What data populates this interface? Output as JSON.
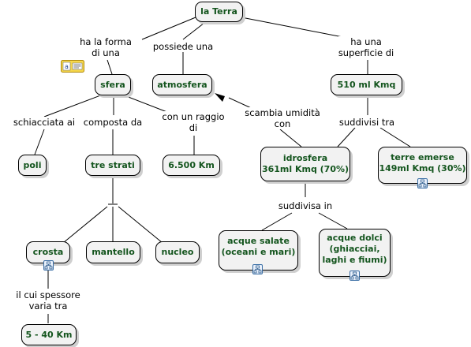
{
  "concepts": {
    "terra": "la Terra",
    "sfera": "sfera",
    "atmosfera": "atmosfera",
    "superficie": "510 ml Kmq",
    "poli": "poli",
    "tre_strati": "tre strati",
    "raggio": "6.500 Km",
    "idrosfera": "idrosfera\n361ml Kmq (70%)",
    "terre_emerse": "terre emerse\n149ml Kmq (30%)",
    "crosta": "crosta",
    "mantello": "mantello",
    "nucleo": "nucleo",
    "acque_salate": "acque salate\n(oceani e mari)",
    "acque_dolci": "acque dolci\n(ghiacciai,\nlaghi e fiumi)",
    "spessore": "5 - 40 Km"
  },
  "linking_phrases": {
    "forma": "ha la forma\ndi una",
    "possiede": "possiede una",
    "superficie_di": "ha una\nsuperficie di",
    "schiacciata": "schiacciata ai",
    "composta": "composta da",
    "raggio_di": "con un raggio\ndi",
    "scambia": "scambia umidità\ncon",
    "suddivisi": "suddivisi tra",
    "suddivisa": "suddivisa in",
    "spessore_varia": "il cui spessore\nvaria tra"
  },
  "icons": {
    "note": "annotation-note-icon",
    "submap": "submap-icon"
  }
}
